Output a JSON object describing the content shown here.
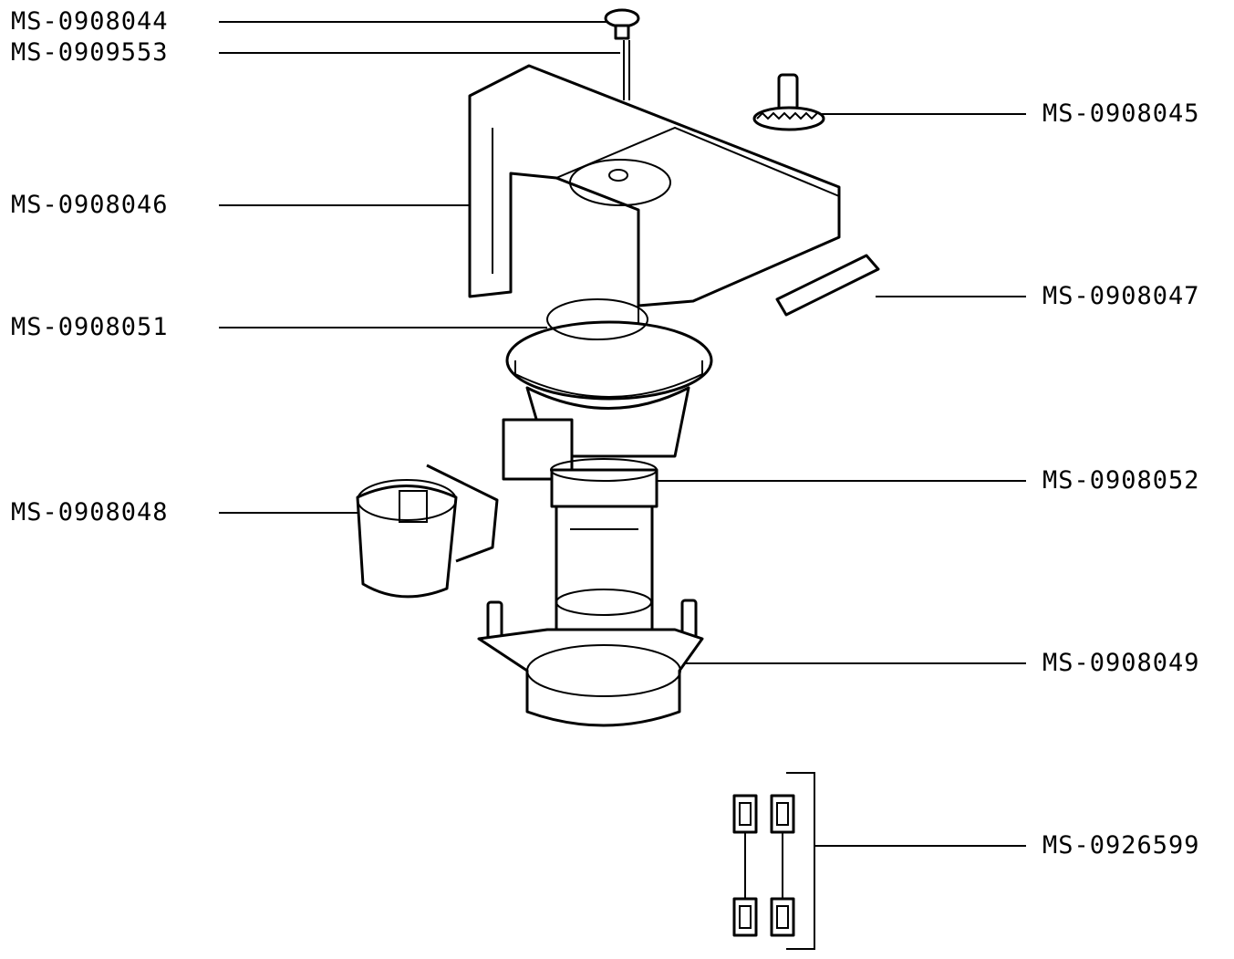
{
  "parts": {
    "p0908044": "MS-0908044",
    "p0909553": "MS-0909553",
    "p0908045": "MS-0908045",
    "p0908046": "MS-0908046",
    "p0908047": "MS-0908047",
    "p0908051": "MS-0908051",
    "p0908052": "MS-0908052",
    "p0908048": "MS-0908048",
    "p0908049": "MS-0908049",
    "p0926599": "MS-0926599"
  }
}
